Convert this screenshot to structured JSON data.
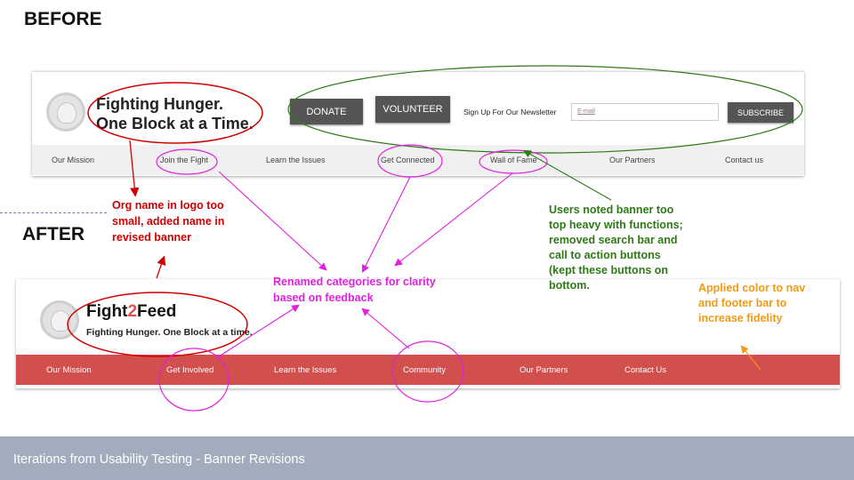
{
  "headings": {
    "before": "BEFORE",
    "after": "AFTER"
  },
  "before": {
    "logo_icon": "lightbulb-icon",
    "title_line1": "Fighting Hunger.",
    "title_line2": "One Block at a Time.",
    "donate_label": "DONATE",
    "volunteer_label": "VOLUNTEER",
    "newsletter_label": "Sign Up For Our Newsletter",
    "email_placeholder": "E-mail",
    "subscribe_label": "SUBSCRIBE",
    "nav": [
      "Our Mission",
      "Join the Fight",
      "Learn the Issues",
      "Get Connected",
      "Wall of Fame",
      "Our Partners",
      "Contact us"
    ]
  },
  "after": {
    "logo_icon": "lightbulb-icon",
    "brand_part1": "Fight",
    "brand_accent": "2",
    "brand_part2": "Feed",
    "tagline": "Fighting Hunger. One Block at a time.",
    "nav": [
      "Our Mission",
      "Get Involved",
      "Learn the Issues",
      "Community",
      "Our Partners",
      "Contact Us"
    ]
  },
  "annotations": {
    "red": [
      "Org name in logo too",
      "small, added name in",
      "revised banner"
    ],
    "magenta": [
      "Renamed categories for clarity",
      "based on feedback"
    ],
    "green": [
      "Users noted banner too",
      "top heavy with functions;",
      "removed search bar and",
      "call to action buttons",
      "(kept these buttons on",
      "bottom."
    ],
    "orange": [
      "Applied color to nav",
      "and footer bar to",
      "increase fidelity"
    ]
  },
  "colors": {
    "red_note": "#d10000",
    "magenta_note": "#e020e0",
    "green_note": "#2e7a16",
    "orange_note": "#f19a14",
    "after_nav": "#d14f4c",
    "footer": "#a3acbd"
  },
  "footer": {
    "text": "Iterations from Usability Testing - Banner Revisions"
  }
}
